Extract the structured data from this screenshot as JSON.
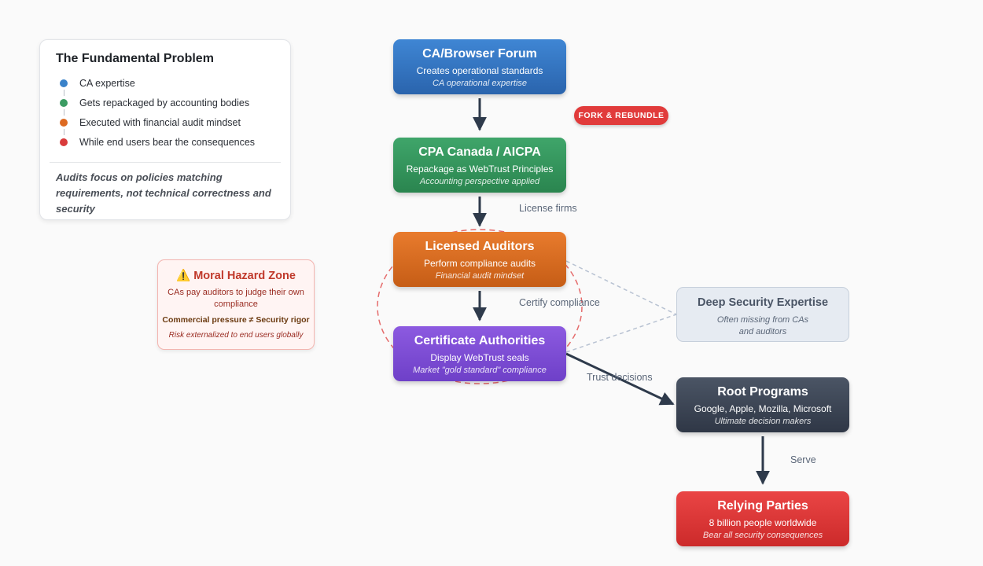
{
  "legend": {
    "title": "The Fundamental Problem",
    "items": [
      {
        "label": "CA expertise",
        "color": "#3a82c9"
      },
      {
        "label": "Gets repackaged by accounting bodies",
        "color": "#3c9c63"
      },
      {
        "label": "Executed with financial audit mindset",
        "color": "#dd6a22"
      },
      {
        "label": "While end users bear the consequences",
        "color": "#d93b3b"
      }
    ],
    "note": "Audits focus on policies matching requirements, not technical correctness and security"
  },
  "nodes": {
    "forum": {
      "title": "CA/Browser Forum",
      "subtitle": "Creates operational standards",
      "italic": "CA operational expertise"
    },
    "cpa": {
      "title": "CPA Canada / AICPA",
      "subtitle": "Repackage as WebTrust Principles",
      "italic": "Accounting perspective applied"
    },
    "auditors": {
      "title": "Licensed Auditors",
      "subtitle": "Perform compliance audits",
      "italic": "Financial audit mindset"
    },
    "ca": {
      "title": "Certificate Authorities",
      "subtitle": "Display WebTrust seals",
      "italic": "Market \"gold standard\" compliance"
    },
    "deep": {
      "title": "Deep Security Expertise",
      "italic_l1": "Often missing from CAs",
      "italic_l2": "and auditors"
    },
    "root": {
      "title": "Root Programs",
      "subtitle": "Google, Apple, Mozilla, Microsoft",
      "italic": "Ultimate decision makers"
    },
    "relying": {
      "title": "Relying Parties",
      "subtitle": "8 billion people worldwide",
      "italic": "Bear all security consequences"
    }
  },
  "badge": "FORK & REBUNDLE",
  "edge_labels": {
    "license": "License firms",
    "certify": "Certify compliance",
    "trust": "Trust decisions",
    "serve": "Serve"
  },
  "hazard": {
    "title": "Moral Hazard Zone",
    "icon": "warning-icon",
    "line1": "CAs pay auditors to judge their own compliance",
    "line2": "Commercial pressure ≠ Security rigor",
    "line3": "Risk externalized to end users globally"
  }
}
